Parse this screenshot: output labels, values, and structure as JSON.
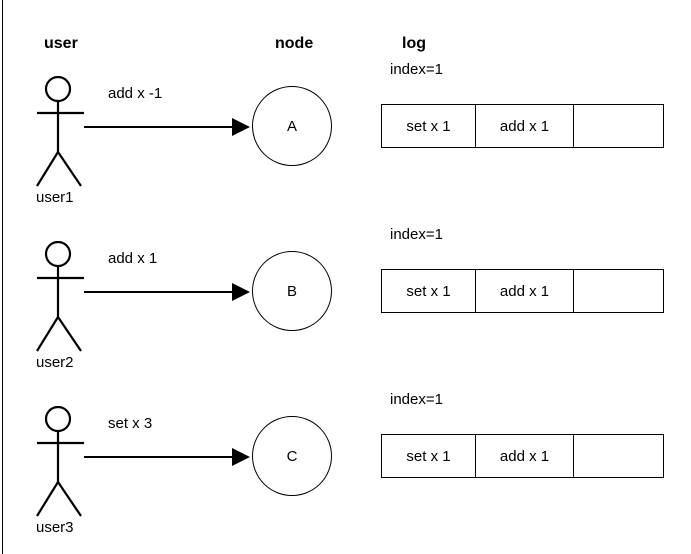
{
  "headers": {
    "user": "user",
    "node": "node",
    "log": "log"
  },
  "rows": [
    {
      "actor_label": "user1",
      "message": "add x -1",
      "node_label": "A",
      "log_index": "index=1",
      "log_cells": [
        "set x 1",
        "add x 1",
        ""
      ]
    },
    {
      "actor_label": "user2",
      "message": "add x 1",
      "node_label": "B",
      "log_index": "index=1",
      "log_cells": [
        "set x 1",
        "add x 1",
        ""
      ]
    },
    {
      "actor_label": "user3",
      "message": "set x 3",
      "node_label": "C",
      "log_index": "index=1",
      "log_cells": [
        "set x 1",
        "add x 1",
        ""
      ]
    }
  ],
  "colors": {
    "stroke": "#000000",
    "background": "#ffffff",
    "text": "#000000"
  }
}
